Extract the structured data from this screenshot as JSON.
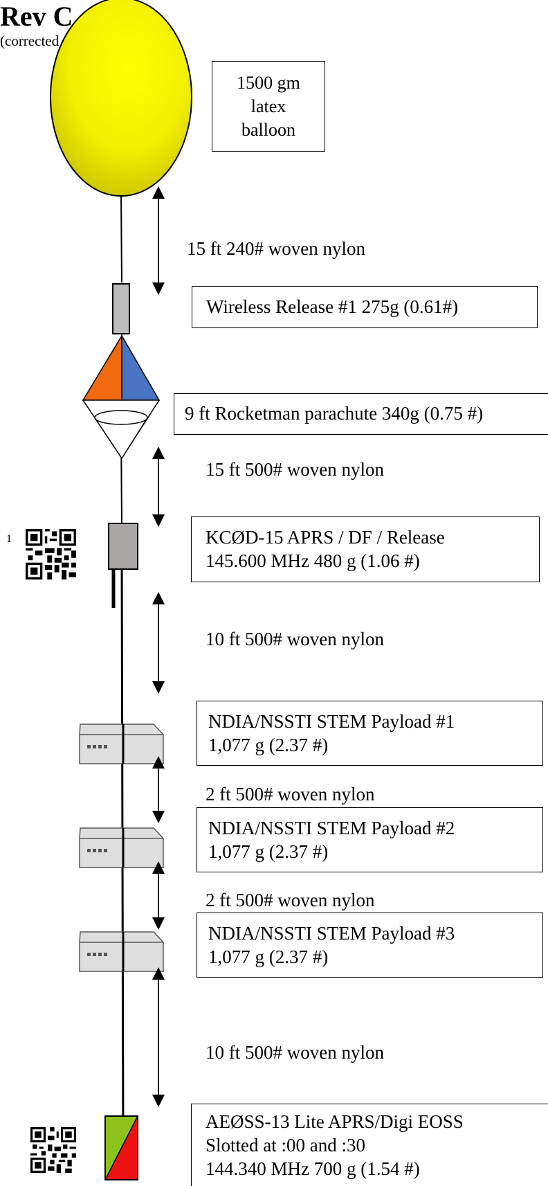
{
  "header": {
    "title": "Rev C",
    "subtitle": "(corrected time)"
  },
  "balloon": {
    "label_lines": [
      "1500 gm",
      "latex",
      "balloon"
    ],
    "color": "#f2ef00"
  },
  "tethers": {
    "t1": "15 ft 240# woven nylon",
    "t2": "15 ft 500# woven nylon",
    "t3": "10 ft 500# woven nylon",
    "t4": "2 ft 500# woven nylon",
    "t5": "2 ft 500# woven nylon",
    "t6": "10 ft 500# woven nylon"
  },
  "components": {
    "release": "Wireless Release #1 275g (0.61#)",
    "parachute": "9 ft Rocketman parachute 340g (0.75 #)",
    "aprs": {
      "line1": "KCØD-15 APRS / DF / Release",
      "line2": "145.600 MHz  480 g (1.06 #)"
    },
    "payload1": {
      "line1": "NDIA/NSSTI STEM Payload #1",
      "line2": "1,077 g (2.37 #)"
    },
    "payload2": {
      "line1": "NDIA/NSSTI STEM Payload #2",
      "line2": "1,077 g (2.37 #)"
    },
    "payload3": {
      "line1": "NDIA/NSSTI STEM Payload #3",
      "line2": "1,077 g (2.37 #)"
    },
    "aeoss": {
      "line1": "AEØSS-13 Lite APRS/Digi EOSS",
      "line2": "Slotted at :00 and :30",
      "line3": "144.340 MHz   700 g (1.54 #)"
    }
  },
  "footnote_marker": "1",
  "colors": {
    "chute_orange": "#f26a10",
    "chute_blue": "#4a74c4",
    "device_gray": "#bdbdbd",
    "tracker_green": "#8cc21a",
    "tracker_red": "#ee1111"
  },
  "icons": [
    "qr-code-icon",
    "qr-code-icon"
  ]
}
